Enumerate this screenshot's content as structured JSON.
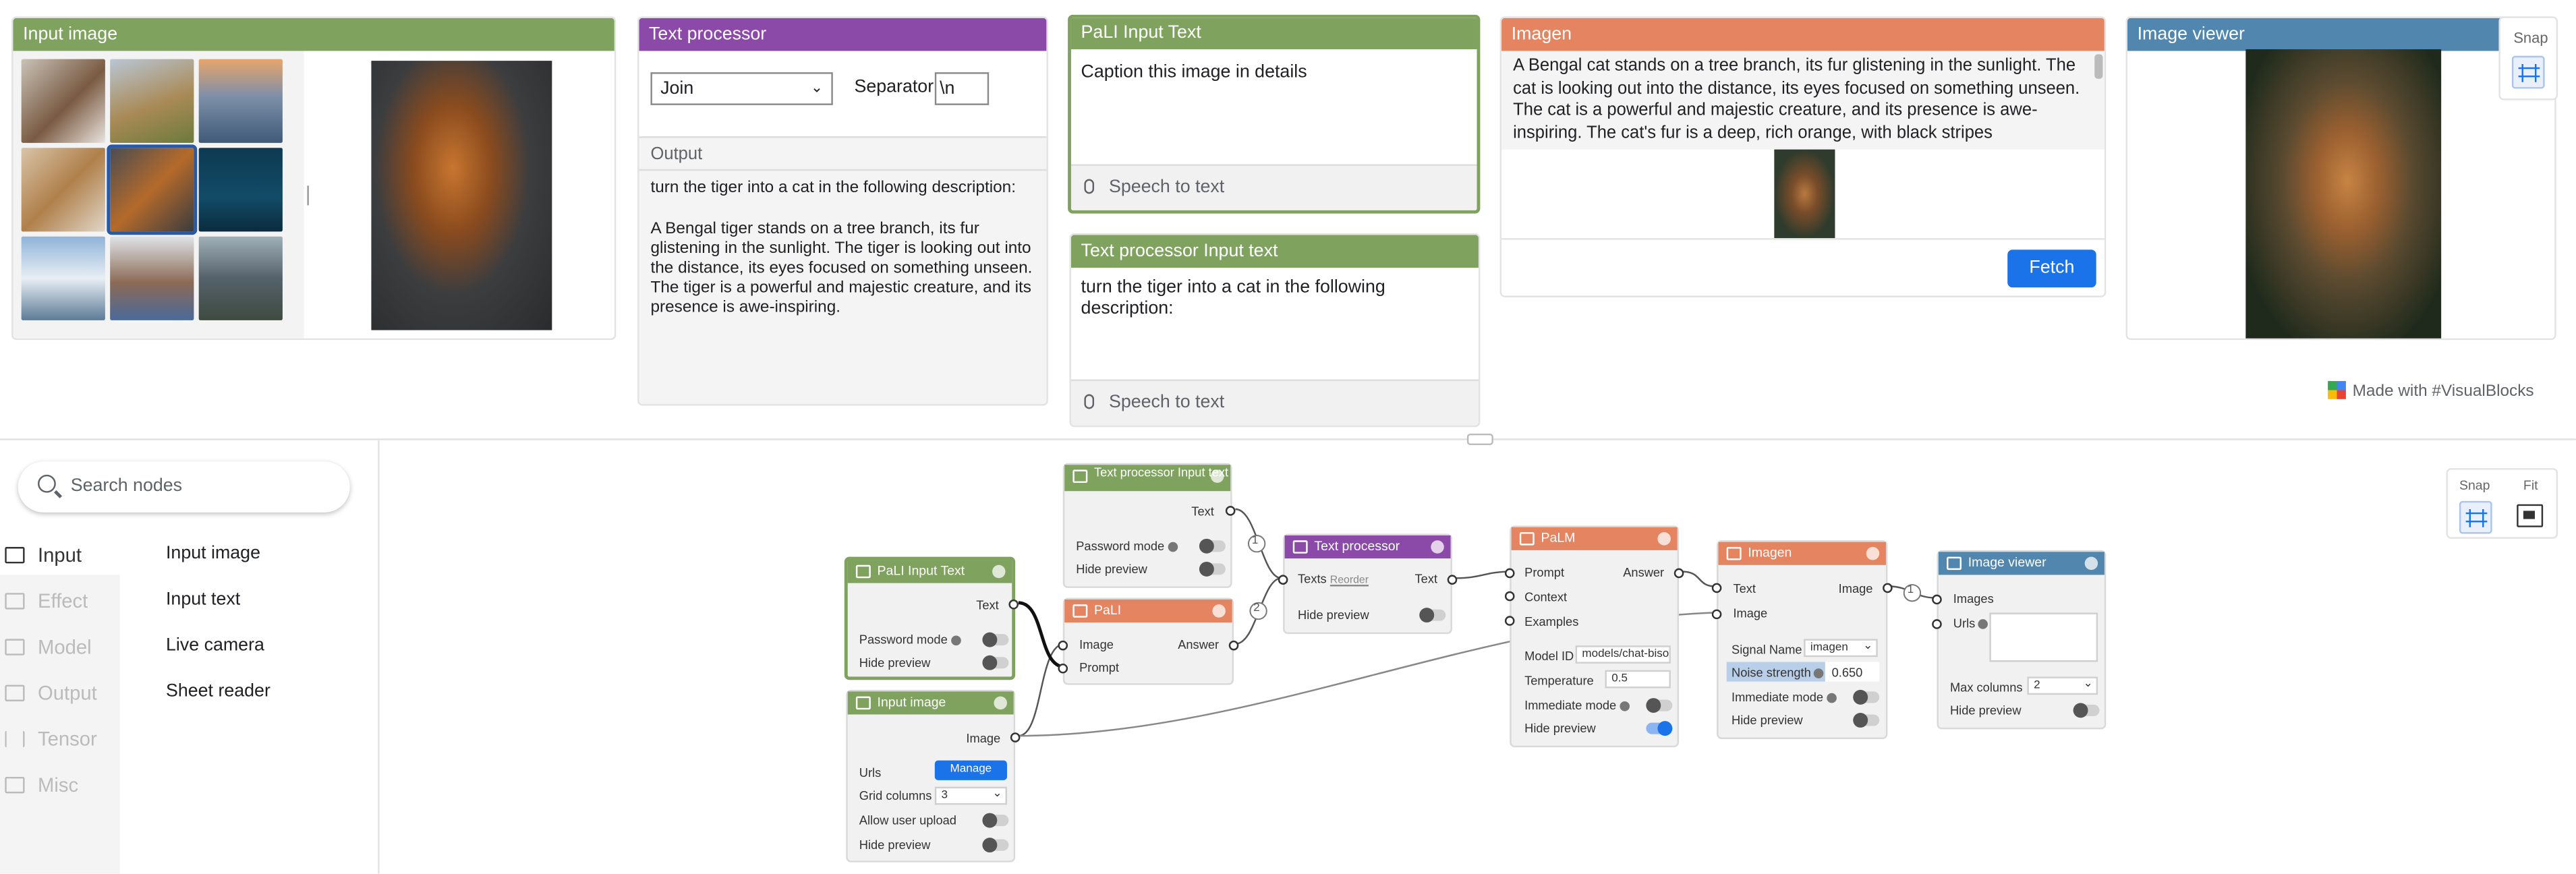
{
  "colors": {
    "input": "#7fa35f",
    "processor": "#8b4aa8",
    "model": "#e58461",
    "output": "#5186ae",
    "accent": "#1a73e8"
  },
  "input_image_panel": {
    "title": "Input image",
    "thumbnail_count": 9,
    "selected_thumbnail": 5
  },
  "text_processor_panel": {
    "title": "Text processor",
    "mode": "Join",
    "separator_label": "Separator",
    "separator_value": "\\n",
    "output_label": "Output",
    "output_line1": "turn the tiger into a cat in the following description:",
    "output_line2": "A Bengal tiger stands on a tree branch, its fur glistening in the sunlight. The tiger is looking out into the distance, its eyes focused on something unseen. The tiger is a powerful and majestic creature, and its presence is awe-inspiring."
  },
  "pali_input_panel": {
    "title": "PaLI Input Text",
    "text": "Caption this image in details",
    "speech": "Speech to text"
  },
  "tp_input_panel": {
    "title": "Text processor Input text",
    "text": "turn the tiger into a cat in the following description:",
    "speech": "Speech to text"
  },
  "imagen_panel": {
    "title": "Imagen",
    "text": "A Bengal cat stands on a tree branch, its fur glistening in the sunlight. The cat is looking out into the distance, its eyes focused on something unseen. The cat is a powerful and majestic creature, and its presence is awe-inspiring. The cat's fur is a deep, rich orange, with black stripes",
    "fetch": "Fetch"
  },
  "image_viewer_panel": {
    "title": "Image viewer",
    "snap": "Snap"
  },
  "made_with": "Made with #VisualBlocks",
  "search": {
    "placeholder": "Search nodes"
  },
  "categories": [
    "Input",
    "Effect",
    "Model",
    "Output",
    "Tensor",
    "Misc"
  ],
  "input_items": [
    "Input image",
    "Input text",
    "Live camera",
    "Sheet reader"
  ],
  "canvas_controls": {
    "snap": "Snap",
    "fit": "Fit"
  },
  "nodes": {
    "tp_input": {
      "title": "Text processor Input text",
      "out": "Text",
      "r1": "Password mode",
      "r2": "Hide preview"
    },
    "pali_input": {
      "title": "PaLI Input Text",
      "out": "Text",
      "r1": "Password mode",
      "r2": "Hide preview"
    },
    "input_image": {
      "title": "Input image",
      "out": "Image",
      "urls": "Urls",
      "manage": "Manage",
      "grid": "Grid columns",
      "grid_val": "3",
      "upload": "Allow user upload",
      "hide": "Hide preview"
    },
    "pali": {
      "title": "PaLI",
      "in1": "Image",
      "in2": "Prompt",
      "out": "Answer"
    },
    "text_processor": {
      "title": "Text processor",
      "in": "Texts",
      "reorder": "Reorder",
      "out": "Text",
      "hide": "Hide preview",
      "badge1": "1",
      "badge2": "2"
    },
    "palm": {
      "title": "PaLM",
      "in1": "Prompt",
      "in2": "Context",
      "in3": "Examples",
      "out": "Answer",
      "model_label": "Model ID",
      "model_val": "models/chat-bison",
      "temp_label": "Temperature",
      "temp_val": "0.5",
      "imm": "Immediate mode",
      "hide": "Hide preview"
    },
    "imagen": {
      "title": "Imagen",
      "in1": "Text",
      "in2": "Image",
      "out": "Image",
      "signal": "Signal Name",
      "signal_val": "imagen",
      "noise": "Noise strength",
      "noise_val": "0.650",
      "imm": "Immediate mode",
      "hide": "Hide preview"
    },
    "image_viewer": {
      "title": "Image viewer",
      "in1": "Images",
      "in2": "Urls",
      "badge": "1",
      "maxcol": "Max columns",
      "maxcol_val": "2",
      "hide": "Hide preview"
    }
  }
}
